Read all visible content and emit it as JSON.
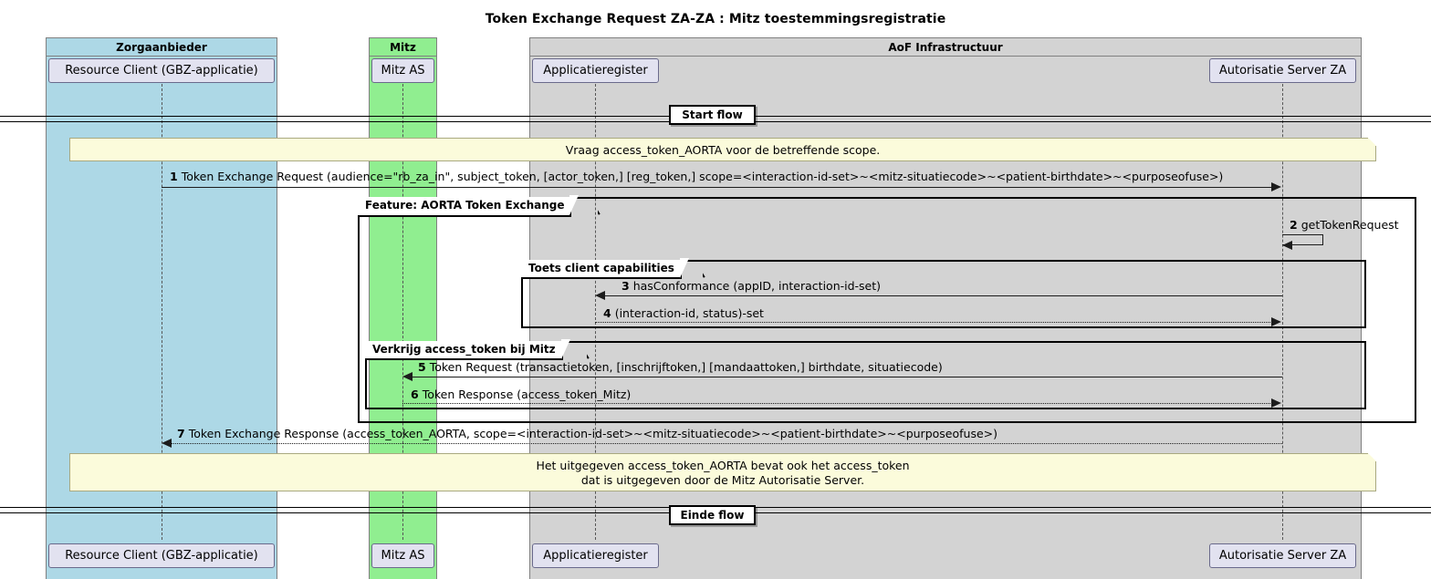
{
  "diagram": {
    "title": "Token Exchange Request ZA-ZA : Mitz toestemmingsregistratie",
    "type": "uml-sequence-diagram",
    "colors": {
      "box_zorgaanbieder": "#ADD8E6",
      "box_mitz": "#90EE90",
      "box_aof": "#D3D3D3",
      "participant_fill": "#E2E2F0",
      "note_fill": "#FBFBDB",
      "line": "#1C1C1C"
    }
  },
  "boxes": [
    {
      "id": "zorgaanbieder",
      "label": "Zorgaanbieder",
      "color": "#ADD8E6"
    },
    {
      "id": "mitz",
      "label": "Mitz",
      "color": "#90EE90"
    },
    {
      "id": "aof",
      "label": "AoF Infrastructuur",
      "color": "#D3D3D3"
    }
  ],
  "participants": [
    {
      "id": "rc",
      "label": "Resource Client (GBZ-applicatie)",
      "box": "zorgaanbieder"
    },
    {
      "id": "mitzas",
      "label": "Mitz AS",
      "box": "mitz"
    },
    {
      "id": "appreg",
      "label": "Applicatieregister",
      "box": "aof"
    },
    {
      "id": "asza",
      "label": "Autorisatie Server ZA",
      "box": "aof"
    }
  ],
  "dividers": [
    {
      "id": "start",
      "label": "Start flow"
    },
    {
      "id": "einde",
      "label": "Einde flow"
    }
  ],
  "notes": [
    {
      "id": "note-top",
      "text": "Vraag access_token_AORTA voor de betreffende scope.",
      "align": "center"
    },
    {
      "id": "note-bottom",
      "text": "Het uitgegeven access_token_AORTA bevat ook het access_token\ndat is uitgegeven door de Mitz Autorisatie Server.",
      "align": "center"
    }
  ],
  "groups": [
    {
      "id": "feature",
      "label": "Feature: AORTA Token Exchange"
    },
    {
      "id": "toets",
      "label": "Toets client capabilities"
    },
    {
      "id": "verkrijg",
      "label": "Verkrijg access_token bij Mitz"
    }
  ],
  "messages": [
    {
      "num": "1",
      "text": "Token Exchange Request (audience=\"rb_za_in\", subject_token, [actor_token,] [reg_token,] scope=<interaction-id-set>~<mitz-situatiecode>~<patient-birthdate>~<purposeofuse>)",
      "from": "rc",
      "to": "asza",
      "style": "solid",
      "direction": "right"
    },
    {
      "num": "2",
      "text": "getTokenRequest",
      "from": "asza",
      "to": "asza",
      "style": "solid",
      "direction": "self"
    },
    {
      "num": "3",
      "text": "hasConformance (appID, interaction-id-set)",
      "from": "asza",
      "to": "appreg",
      "style": "solid",
      "direction": "left"
    },
    {
      "num": "4",
      "text": "(interaction-id, status)-set",
      "from": "appreg",
      "to": "asza",
      "style": "dotted",
      "direction": "right"
    },
    {
      "num": "5",
      "text": "Token Request (transactietoken, [inschrijftoken,] [mandaattoken,] birthdate, situatiecode)",
      "from": "asza",
      "to": "mitzas",
      "style": "solid",
      "direction": "left"
    },
    {
      "num": "6",
      "text": "Token Response (access_token_Mitz)",
      "from": "mitzas",
      "to": "asza",
      "style": "dotted",
      "direction": "right"
    },
    {
      "num": "7",
      "text": "Token Exchange Response (access_token_AORTA, scope=<interaction-id-set>~<mitz-situatiecode>~<patient-birthdate>~<purposeofuse>)",
      "from": "asza",
      "to": "rc",
      "style": "dotted",
      "direction": "left"
    }
  ]
}
